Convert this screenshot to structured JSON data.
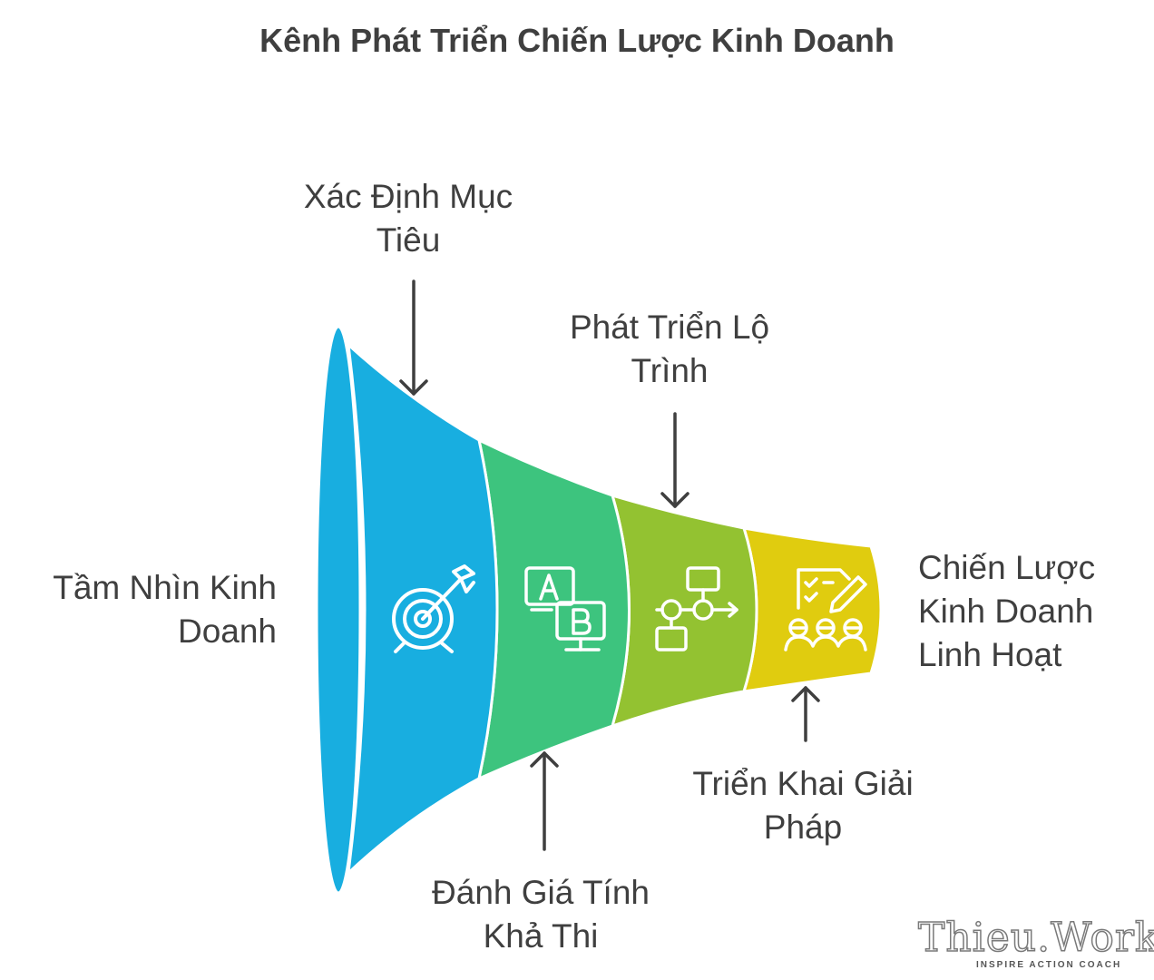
{
  "title": "Kênh Phát Triển Chiến Lược Kinh Doanh",
  "stages": [
    {
      "id": "vision",
      "lines": [
        "Tầm Nhìn Kinh",
        "Doanh"
      ],
      "color": "#18aee0",
      "icon": "target-icon"
    },
    {
      "id": "goal",
      "lines": [
        "Xác Định Mục",
        "Tiêu"
      ],
      "color": "#18aee0"
    },
    {
      "id": "feasibility",
      "lines": [
        "Đánh Giá Tính",
        "Khả Thi"
      ],
      "color": "#3dc47e",
      "icon": "ab-test-icon"
    },
    {
      "id": "roadmap",
      "lines": [
        "Phát Triển Lộ",
        "Trình"
      ],
      "color": "#93c231",
      "icon": "flowchart-icon"
    },
    {
      "id": "implement",
      "lines": [
        "Triển Khai Giải",
        "Pháp"
      ],
      "color": "#e0cc0f",
      "icon": "team-checklist-icon"
    },
    {
      "id": "result",
      "lines": [
        "Chiến Lược",
        "Kinh Doanh",
        "Linh Hoạt"
      ]
    }
  ],
  "logo": {
    "text": "Thieu.Work",
    "tagline": "INSPIRE ACTION COACH"
  }
}
